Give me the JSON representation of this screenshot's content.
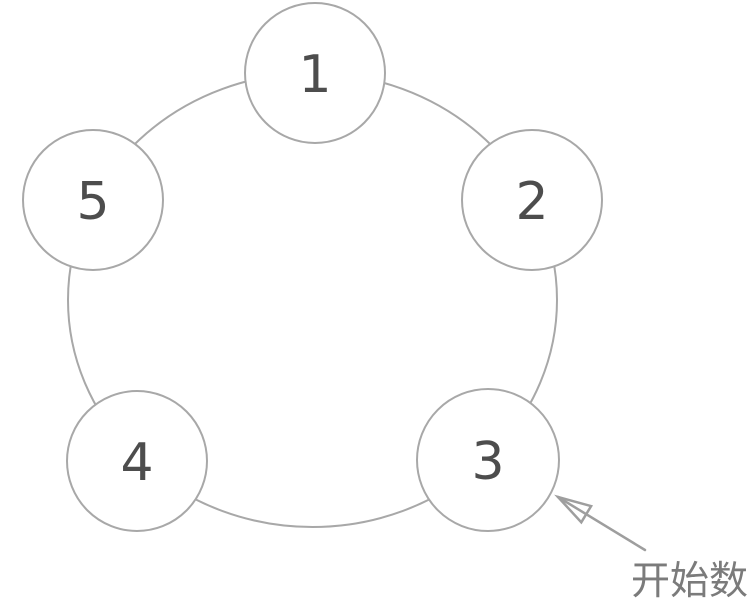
{
  "diagram": {
    "background_color": "#ffffff",
    "ring_color": "#a8a8a8",
    "node_fill_color": "#ffffff",
    "node_border_color": "#a8a8a8",
    "node_label_color": "#4d4d4d",
    "nodes": [
      {
        "label": "1"
      },
      {
        "label": "2"
      },
      {
        "label": "3"
      },
      {
        "label": "4"
      },
      {
        "label": "5"
      }
    ],
    "annotation": {
      "text": "开始数",
      "text_color": "#7b7b7b",
      "arrow_color": "#9e9e9e",
      "points_to_node_label": "3"
    }
  }
}
